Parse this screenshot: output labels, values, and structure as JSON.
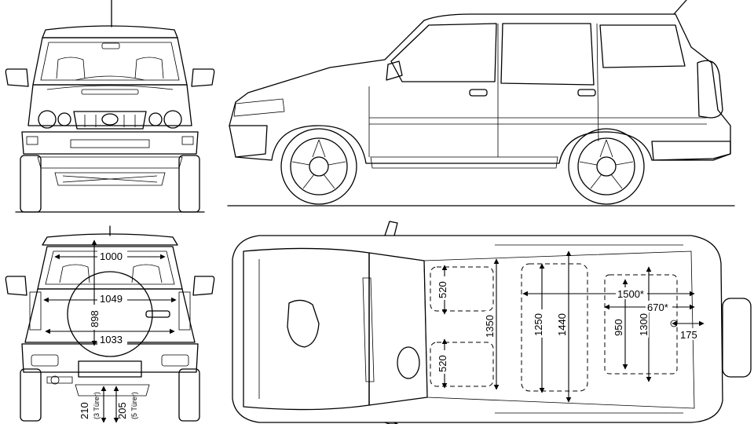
{
  "rear_view": {
    "dim_width_top": "1000",
    "dim_width_mid": "1049",
    "dim_width_low": "1033",
    "dim_height_cargo": "898",
    "ground_clearance_3door": "210",
    "ground_clearance_3door_note": "(3 Türer)",
    "ground_clearance_5door": "205",
    "ground_clearance_5door_note": "(5 Türer)"
  },
  "top_view": {
    "dim_seat_width_front": "520",
    "dim_seat_width_rear": "520",
    "dim_cabin_front_width": "1350",
    "dim_cabin_mid_width_a": "1250",
    "dim_cabin_mid_width_b": "1440",
    "dim_cargo_width_a": "950",
    "dim_cargo_width_b": "1300",
    "dim_cargo_length": "1500*",
    "dim_cargo_length_short": "670*",
    "dim_rear_overhang": "175"
  }
}
